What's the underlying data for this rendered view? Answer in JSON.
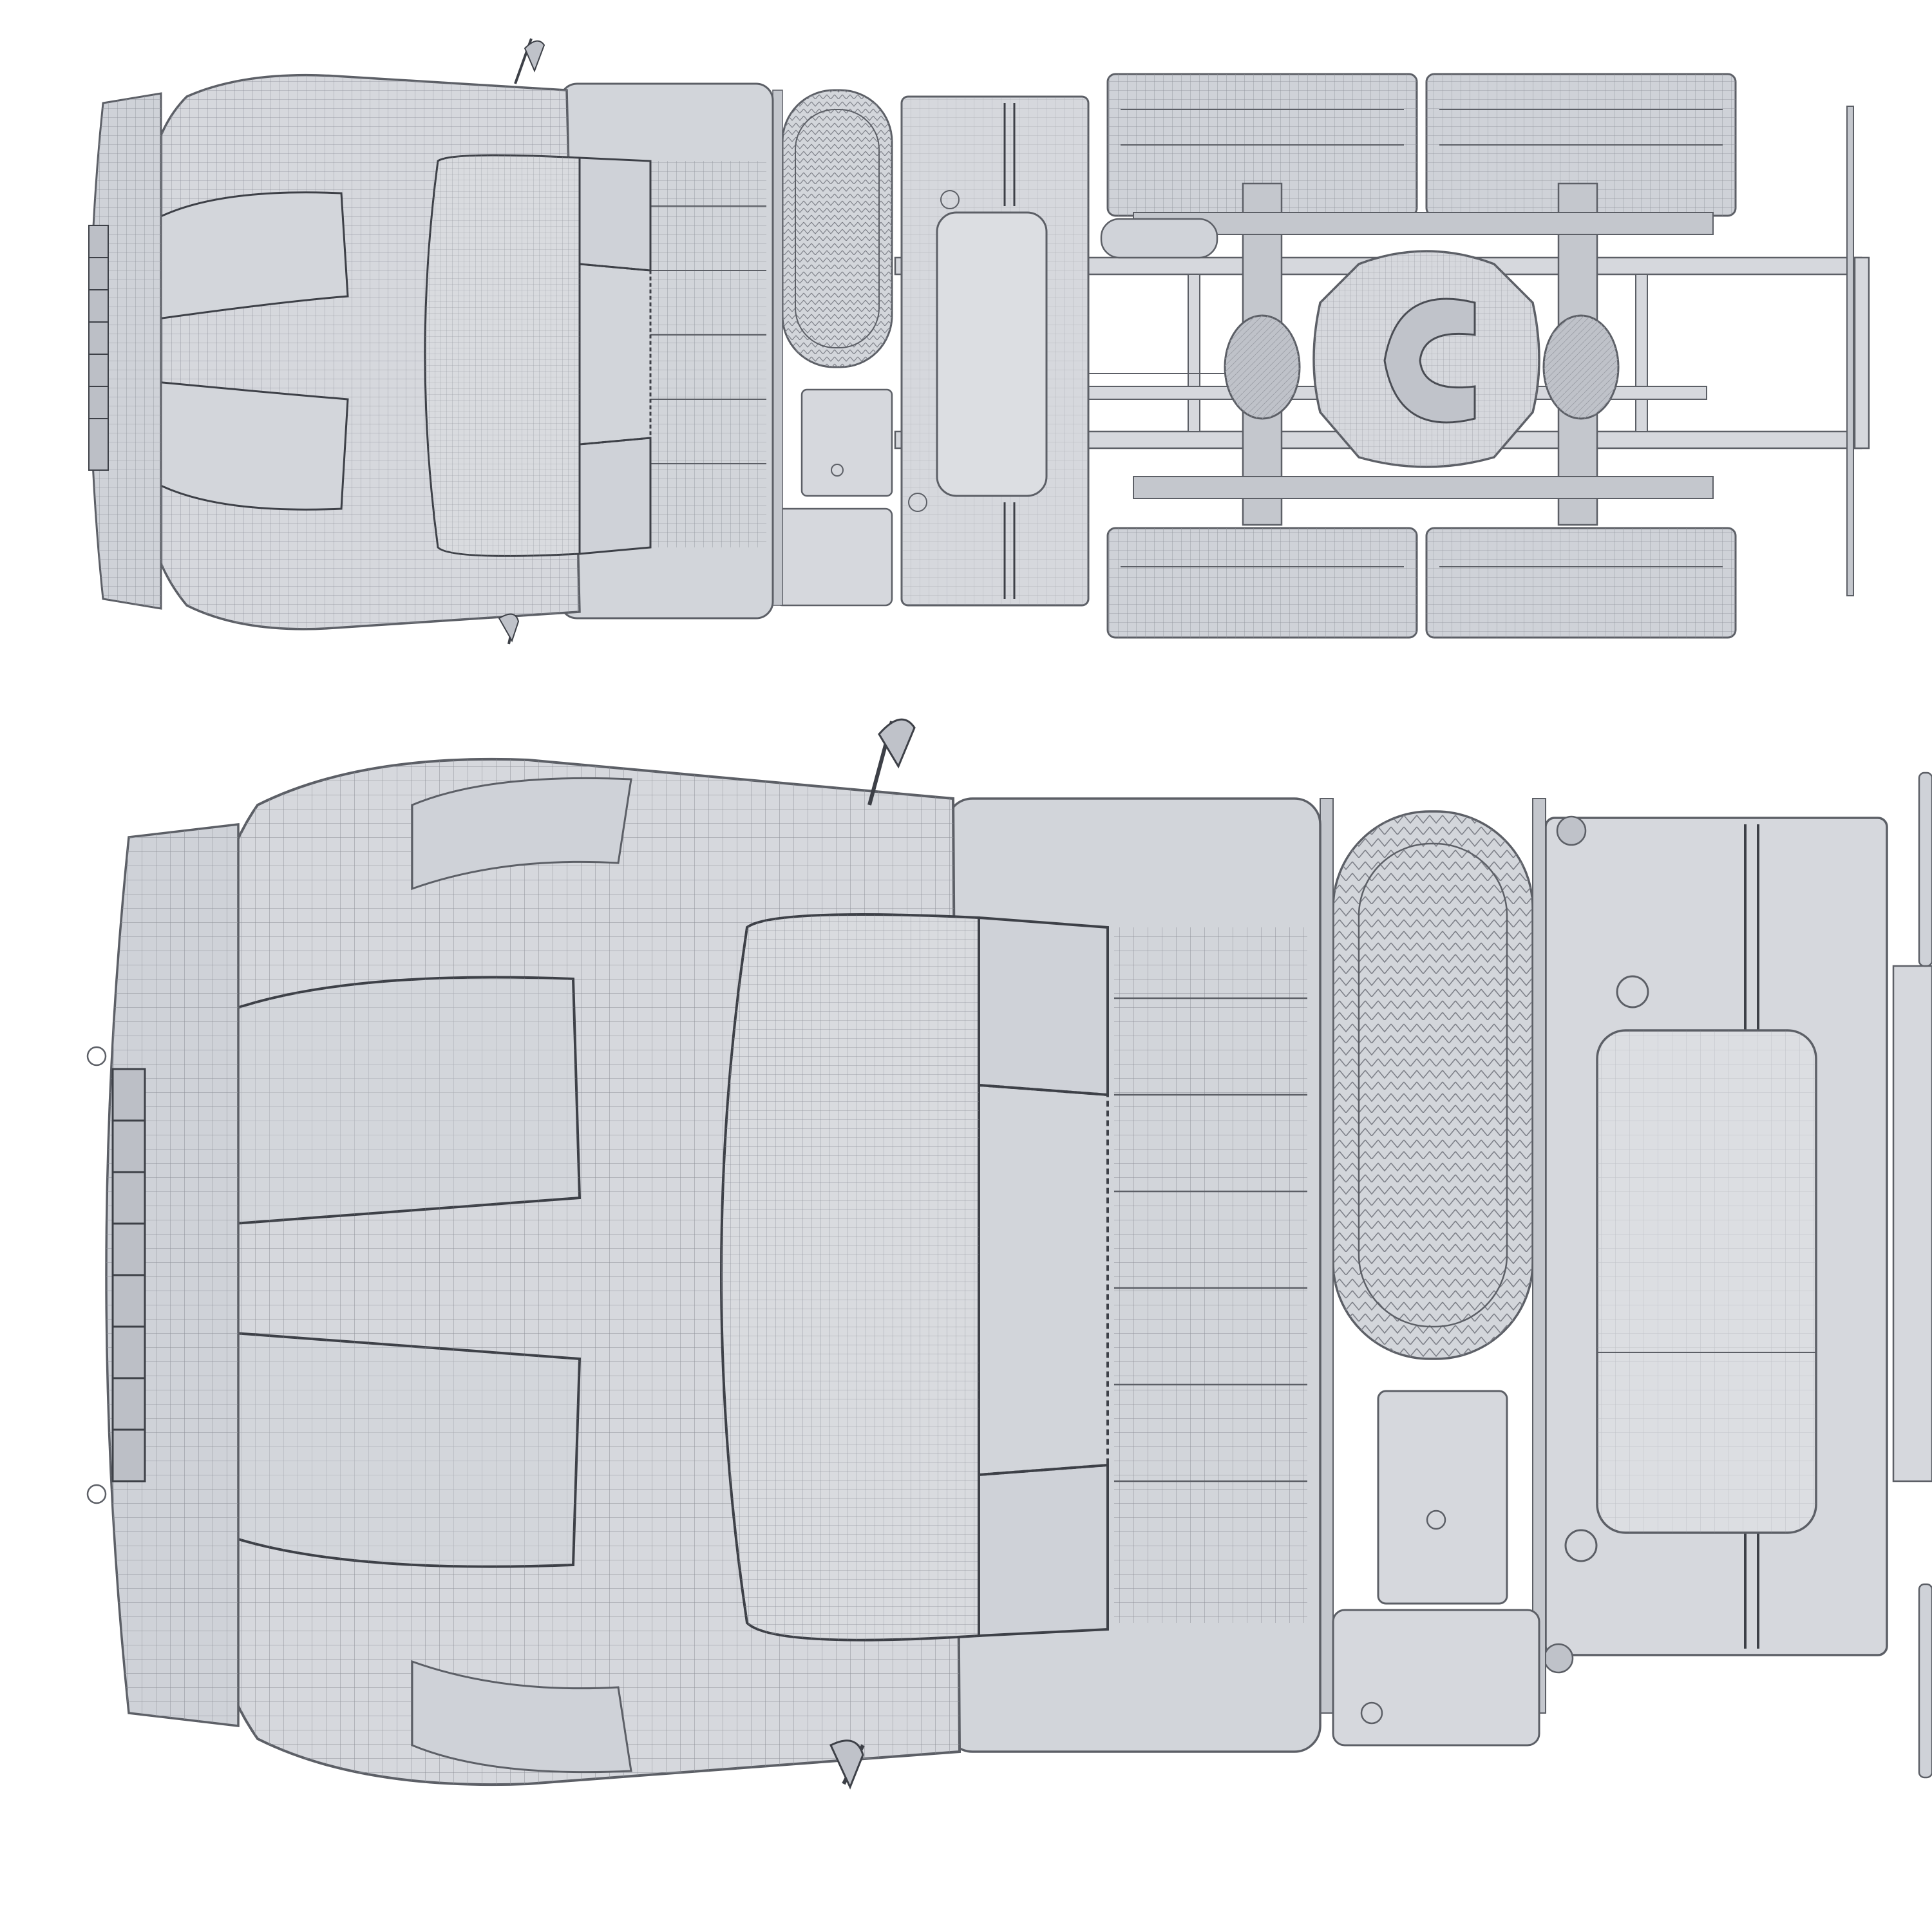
{
  "image": {
    "background": "#ffffff",
    "colors": {
      "body_fill": "#d6d8dd",
      "panel_fill": "#cfd2d8",
      "dark_fill": "#aeb2ba",
      "line": "#5c5f66",
      "mesh": "#8d9098"
    }
  },
  "views": [
    {
      "name": "full-truck-top-view",
      "kind": "semi-truck tractor, top view wireframe, full length"
    },
    {
      "name": "cab-closeup-top-view",
      "kind": "semi-truck tractor, top view wireframe, cab close-up"
    }
  ]
}
